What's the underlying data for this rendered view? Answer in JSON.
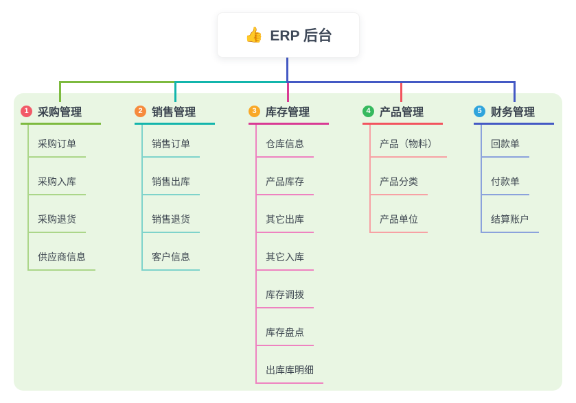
{
  "root": {
    "icon": "👍",
    "title": "ERP 后台"
  },
  "colors": {
    "page_bg": "#ffffff",
    "panel_bg": "#e9f6e3",
    "root_line": "#4459c4"
  },
  "branches": [
    {
      "num": "1",
      "label": "采购管理",
      "badge_color": "#f25a68",
      "line_color": "#7dba3f",
      "item_line_color": "#abd689",
      "items": [
        "采购订单",
        "采购入库",
        "采购退货",
        "供应商信息"
      ]
    },
    {
      "num": "2",
      "label": "销售管理",
      "badge_color": "#f68b3d",
      "line_color": "#13b5ac",
      "item_line_color": "#7ed3cb",
      "items": [
        "销售订单",
        "销售出库",
        "销售退货",
        "客户信息"
      ]
    },
    {
      "num": "3",
      "label": "库存管理",
      "badge_color": "#f9a827",
      "line_color": "#d93a94",
      "item_line_color": "#ee82c0",
      "items": [
        "仓库信息",
        "产品库存",
        "其它出库",
        "其它入库",
        "库存调拨",
        "库存盘点",
        "出库库明细"
      ]
    },
    {
      "num": "4",
      "label": "产品管理",
      "badge_color": "#36b95e",
      "line_color": "#f2535e",
      "item_line_color": "#f7a1a4",
      "items": [
        "产品（物料）",
        "产品分类",
        "产品单位"
      ]
    },
    {
      "num": "5",
      "label": "财务管理",
      "badge_color": "#2fa4dc",
      "line_color": "#4459c4",
      "item_line_color": "#8ba2dc",
      "items": [
        "回款单",
        "付款单",
        "结算账户"
      ]
    }
  ]
}
